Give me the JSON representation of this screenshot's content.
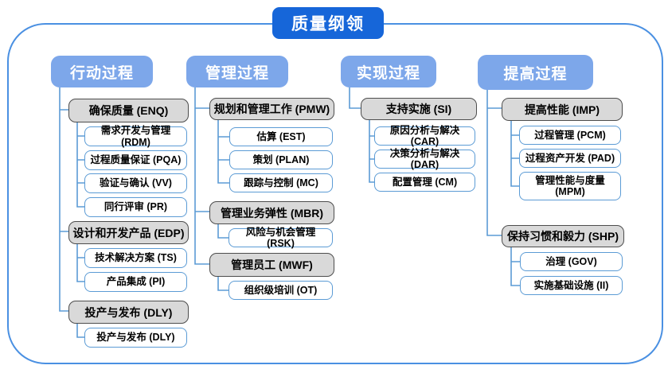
{
  "title": "质量纲领",
  "colors": {
    "title_bg": "#1666d9",
    "header_bg": "#7da7ea",
    "connector": "#5b9bd5",
    "frame_border": "#4a90e2",
    "group_fill": "#d9d9d9",
    "group_border": "#4d4d4d",
    "leaf_border": "#5b9bd5"
  },
  "columns": [
    {
      "header": "行动过程",
      "groups": [
        {
          "label": "确保质量 (ENQ)",
          "children": [
            "需求开发与管理 (RDM)",
            "过程质量保证 (PQA)",
            "验证与确认 (VV)",
            "同行评审 (PR)"
          ]
        },
        {
          "label": "设计和开发产品 (EDP)",
          "children": [
            "技术解决方案 (TS)",
            "产品集成 (PI)"
          ]
        },
        {
          "label": "投产与发布 (DLY)",
          "children": [
            "投产与发布 (DLY)"
          ]
        }
      ]
    },
    {
      "header": "管理过程",
      "groups": [
        {
          "label": "规划和管理工作 (PMW)",
          "children": [
            "估算 (EST)",
            "策划 (PLAN)",
            "跟踪与控制 (MC)"
          ]
        },
        {
          "label": "管理业务弹性 (MBR)",
          "children": [
            "风险与机会管理 (RSK)"
          ]
        },
        {
          "label": "管理员工 (MWF)",
          "children": [
            "组织级培训 (OT)"
          ]
        }
      ]
    },
    {
      "header": "实现过程",
      "groups": [
        {
          "label": "支持实施 (SI)",
          "children": [
            "原因分析与解决 (CAR)",
            "决策分析与解决 (DAR)",
            "配置管理 (CM)"
          ]
        }
      ]
    },
    {
      "header": "提高过程",
      "groups": [
        {
          "label": "提高性能 (IMP)",
          "children": [
            "过程管理 (PCM)",
            "过程资产开发 (PAD)",
            "管理性能与度量 (MPM)"
          ]
        },
        {
          "label": "保持习惯和毅力 (SHP)",
          "children": [
            "治理 (GOV)",
            "实施基础设施 (II)"
          ]
        }
      ]
    }
  ]
}
